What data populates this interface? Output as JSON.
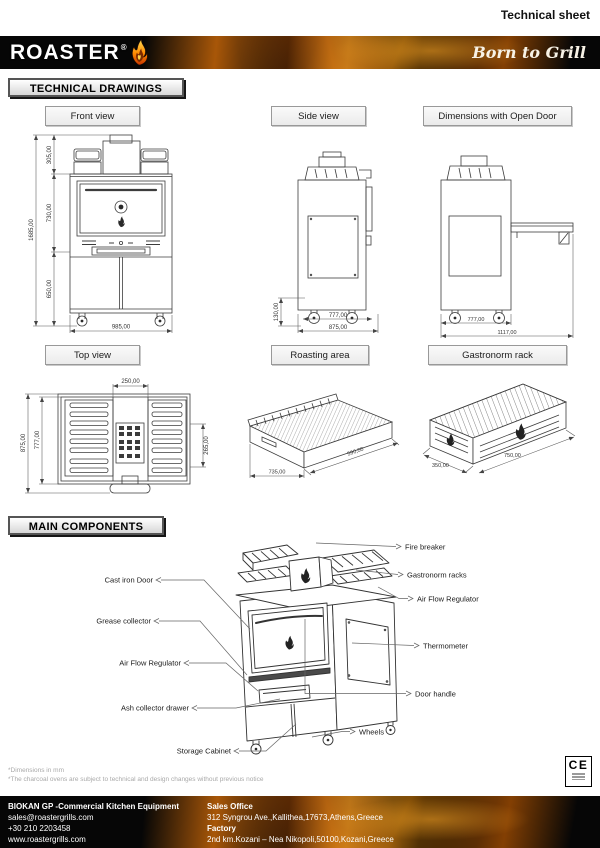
{
  "header": {
    "sheet_label": "Technical sheet"
  },
  "brand": {
    "logo_text": "ROASTER",
    "registered_mark": "®",
    "tagline": "Born to Grill"
  },
  "sections": {
    "technical_drawings": "TECHNICAL DRAWINGS",
    "main_components": "MAIN COMPONENTS"
  },
  "views": {
    "front": {
      "label": "Front view",
      "dims": {
        "total_height": "1685,00",
        "top_section": "305,00",
        "oven_section": "730,00",
        "cabinet_section": "650,00",
        "width": "985,00"
      }
    },
    "side": {
      "label": "Side view",
      "dims": {
        "caster_height": "130,00",
        "inner_depth": "777,00",
        "total_depth": "875,00"
      }
    },
    "open_door": {
      "label": "Dimensions with Open Door",
      "dims": {
        "body_depth": "777,00",
        "depth_with_open_door": "1117,00"
      }
    },
    "top": {
      "label": "Top view",
      "dims": {
        "chimney_width": "250,00",
        "side_opening": "265,00",
        "total_depth": "875,00",
        "inner_depth": "777,00"
      }
    },
    "roasting_area": {
      "label": "Roasting area",
      "dims": {
        "width": "735,00",
        "depth": "590,00"
      }
    },
    "gastronorm_rack": {
      "label": "Gastronorm rack",
      "dims": {
        "width": "350,00",
        "length": "750,00"
      }
    }
  },
  "components": {
    "left": [
      "Cast iron Door",
      "Grease collector",
      "Air Flow Regulator",
      "Ash collector drawer",
      "Storage Cabinet"
    ],
    "right": [
      "Fire breaker",
      "Gastronorm racks",
      "Air Flow Regulator",
      "Thermometer",
      "Door handle",
      "Wheels"
    ]
  },
  "footnotes": [
    "*Dimensions in mm",
    "*The charcoal ovens are subject to technical and design changes without previous notice"
  ],
  "certification": {
    "mark": "CE"
  },
  "footer": {
    "company": "BIOKAN GP -Commercial Kitchen Equipment",
    "email": "sales@roastergrills.com",
    "phone": "+30 210 2203458",
    "website": "www.roastergrills.com",
    "sales_office_label": "Sales Office",
    "sales_office_address": "312 Syngrou Ave.,Kallithea,17673,Athens,Greece",
    "factory_label": "Factory",
    "factory_address": "2nd km.Kozani – Nea Nikopoli,50100,Kozani,Greece"
  },
  "colors": {
    "banner_bg": "#060606",
    "flame_orange": "#ff8a00",
    "flame_yellow": "#ffc83d",
    "dim_text": "#333333"
  }
}
